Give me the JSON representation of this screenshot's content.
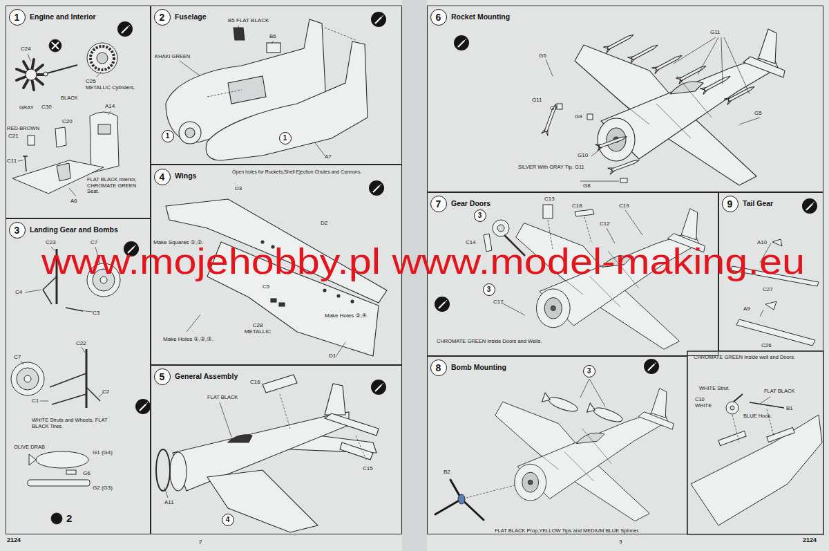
{
  "diagram": {
    "nodes": [
      {
        "text": [
          "Engine and Interior"
        ]
      },
      {
        "text": [
          "1"
        ],
        "in": 0
      },
      {
        "text": [
          "Fuselage"
        ]
      },
      {
        "text": [
          "2"
        ],
        "in": 2
      },
      {
        "text": [
          "1"
        ],
        "in": 2
      },
      {
        "text": [
          "1"
        ],
        "in": 2
      },
      {
        "text": [
          "Landing Gear and Bombs"
        ]
      },
      {
        "text": [
          "3"
        ],
        "in": 6
      },
      {
        "text": [
          "Wings"
        ]
      },
      {
        "text": [
          "4"
        ],
        "in": 8
      },
      {
        "text": [
          "General Assembly"
        ]
      },
      {
        "text": [
          "5"
        ],
        "in": 10
      },
      {
        "text": [
          "4"
        ],
        "in": 10
      },
      {
        "text": [
          "Rocket Mounting"
        ]
      },
      {
        "text": [
          "6"
        ],
        "in": 13
      },
      {
        "text": [
          "Gear Doors"
        ]
      },
      {
        "text": [
          "7"
        ],
        "in": 15
      },
      {
        "text": [
          "3"
        ],
        "in": 15
      },
      {
        "text": [
          "3"
        ],
        "in": 15
      },
      {
        "text": [
          "Bomb Mounting"
        ]
      },
      {
        "text": [
          "8"
        ],
        "in": 19
      },
      {
        "text": [
          "3"
        ],
        "in": 19
      },
      {
        "text": [
          "Tail Gear"
        ]
      },
      {
        "text": [
          "9"
        ],
        "in": 22
      }
    ],
    "labels": [
      "C24",
      "C30",
      "C25",
      "METALLIC Cylinders.",
      "GRAY",
      "BLACK",
      "RED-BROWN",
      "C20",
      "C21",
      "A14",
      "C11",
      "FLAT BLACK Interior, CHROMATE GREEN Seat.",
      "A6",
      "B5 FLAT BLACK",
      "B6",
      "KHAKI GREEN",
      "A7",
      "C23",
      "C7",
      "C4",
      "C3",
      "C22",
      "C7",
      "C1",
      "C2",
      "WHITE Struts and Wheels, FLAT BLACK Tires.",
      "OLIVE DRAB",
      "G1 (G4)",
      "G6",
      "G2 (G3)",
      "2",
      "Open holes for Rockets,Shell Ejection Chutes and Cannons.",
      "D3",
      "D2",
      "Make Squares ①,②.",
      "C5",
      "Make Holes ②,④.",
      "C28 METALLIC",
      "Make Holes ①,②,③.",
      "D1",
      "C16",
      "FLAT BLACK",
      "C15",
      "A11",
      "G11",
      "G5",
      "G11",
      "G7",
      "G9",
      "G5",
      "G10",
      "SILVER With GRAY Tip. G11",
      "G8",
      "C13",
      "C18",
      "C19",
      "C12",
      "C14",
      "C17",
      "CHROMATE GREEN Inside Doors and Wells.",
      "B2",
      "FLAT BLACK Prop,YELLOW Tips and MEDIUM BLUE Spinner.",
      "A10",
      "C27",
      "A9",
      "C26",
      "CHROMATE GREEN Inside well and Doors.",
      "WHITE Strut.",
      "FLAT BLACK",
      "C10 WHITE",
      "B1",
      "BLUE Hook.",
      "2124",
      "2",
      "3",
      "2124",
      "www.mojehobby.pl www.model-making.eu"
    ]
  }
}
